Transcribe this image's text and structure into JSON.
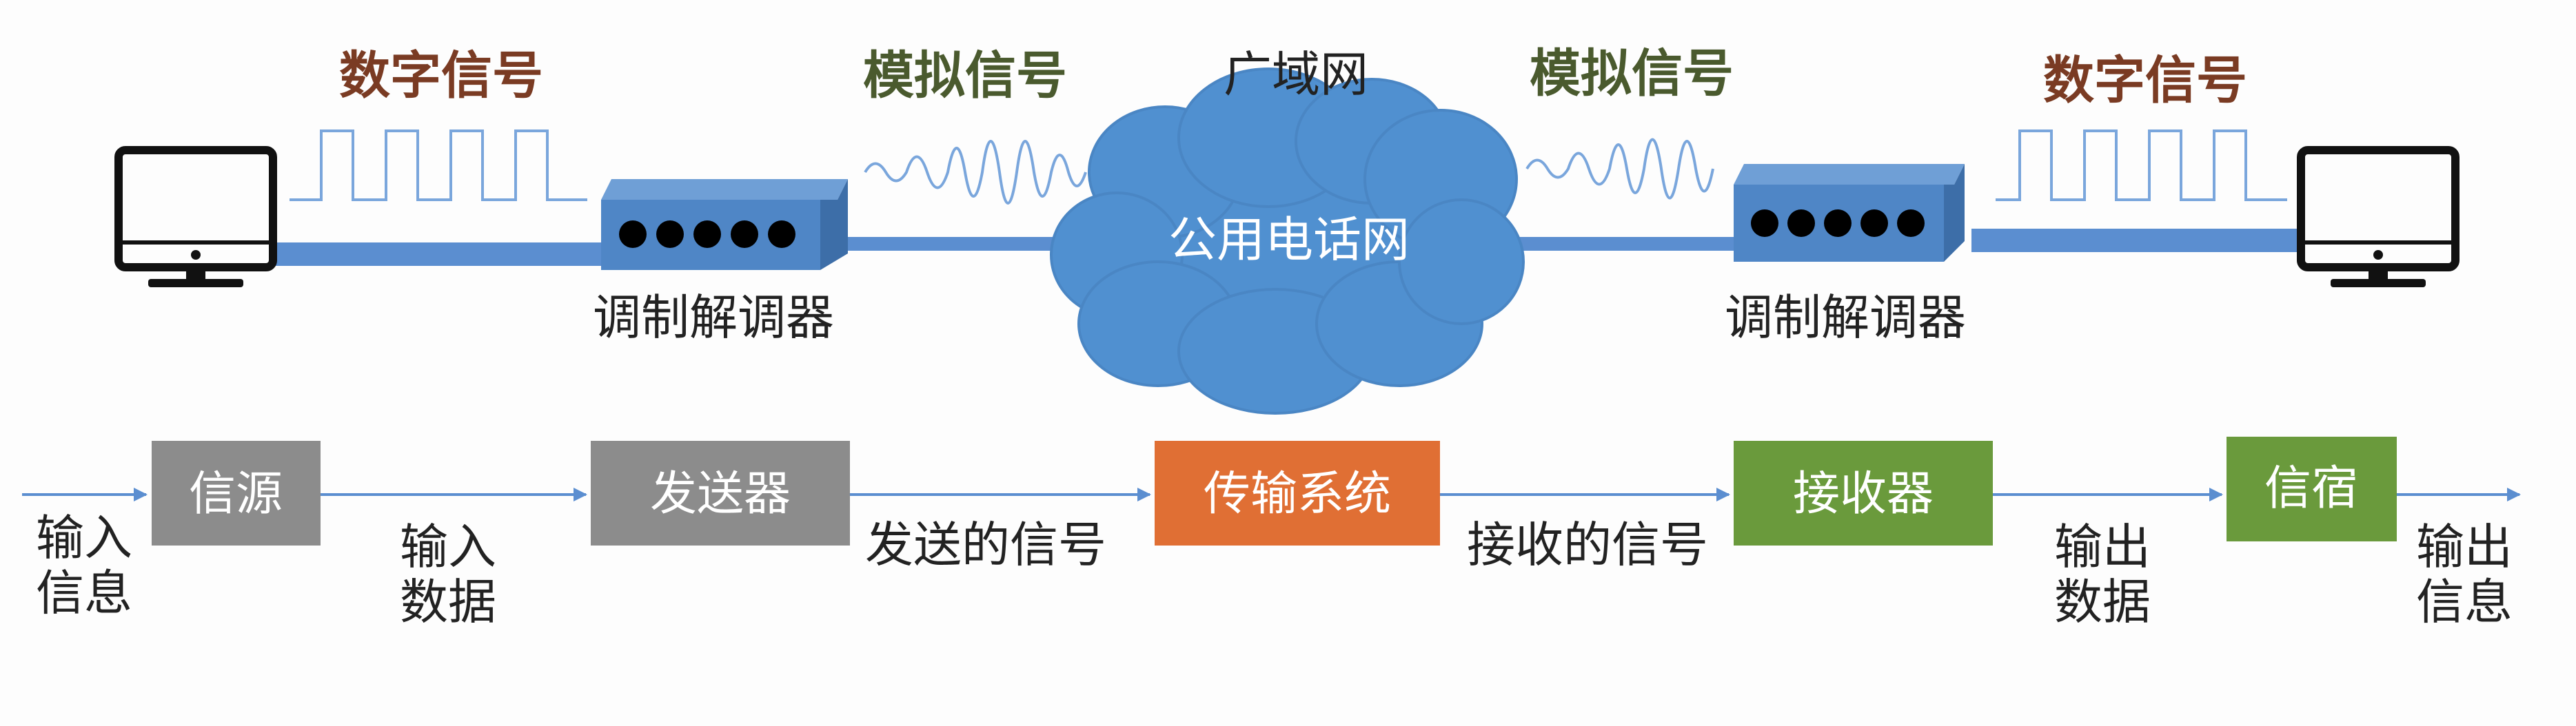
{
  "top": {
    "left_digital_label": "数字信号",
    "left_analog_label": "模拟信号",
    "wan_label": "广域网",
    "right_analog_label": "模拟信号",
    "right_digital_label": "数字信号",
    "cloud_label": "公用电话网",
    "left_modem_label": "调制解调器",
    "right_modem_label": "调制解调器"
  },
  "flow": {
    "boxes": [
      {
        "key": "source",
        "label": "信源",
        "color": "#8c8c8c"
      },
      {
        "key": "transmitter",
        "label": "发送器",
        "color": "#8c8c8c"
      },
      {
        "key": "transmission",
        "label": "传输系统",
        "color": "#e06f34"
      },
      {
        "key": "receiver",
        "label": "接收器",
        "color": "#6a9a3c"
      },
      {
        "key": "destination",
        "label": "信宿",
        "color": "#6a9a3c"
      }
    ],
    "labels": {
      "input_info_1": "输入",
      "input_info_2": "信息",
      "input_data_1": "输入",
      "input_data_2": "数据",
      "sent_signal": "发送的信号",
      "received_signal": "接收的信号",
      "output_data_1": "输出",
      "output_data_2": "数据",
      "output_info_1": "输出",
      "output_info_2": "信息"
    }
  },
  "colors": {
    "line_blue": "#5b8ed0",
    "modem_blue": "#4f86c6",
    "cloud_blue": "#5090d0",
    "wave_blue": "#7aa6dc"
  }
}
